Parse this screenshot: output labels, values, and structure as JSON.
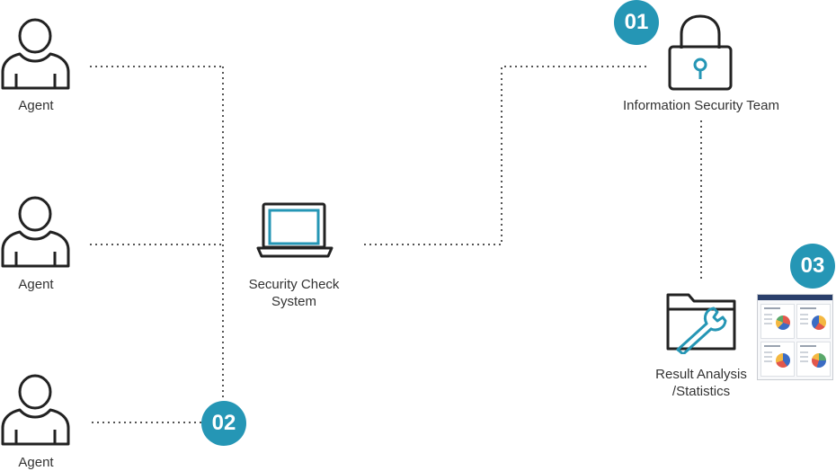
{
  "agents": [
    {
      "label": "Agent"
    },
    {
      "label": "Agent"
    },
    {
      "label": "Agent"
    }
  ],
  "security_system": {
    "label_line1": "Security Check",
    "label_line2": "System"
  },
  "security_team": {
    "label": "Information Security Team"
  },
  "result": {
    "label_line1": "Result Analysis",
    "label_line2": "/Statistics"
  },
  "badges": {
    "step1": "01",
    "step2": "02",
    "step3": "03"
  },
  "colors": {
    "accent": "#2596b5",
    "icon_stroke": "#222222",
    "connector": "#555555",
    "text": "#333333"
  },
  "icons": {
    "agent": "person-icon",
    "system": "laptop-icon",
    "team": "padlock-icon",
    "result": "folder-wrench-icon",
    "report": "report-dashboard-thumbnail"
  }
}
